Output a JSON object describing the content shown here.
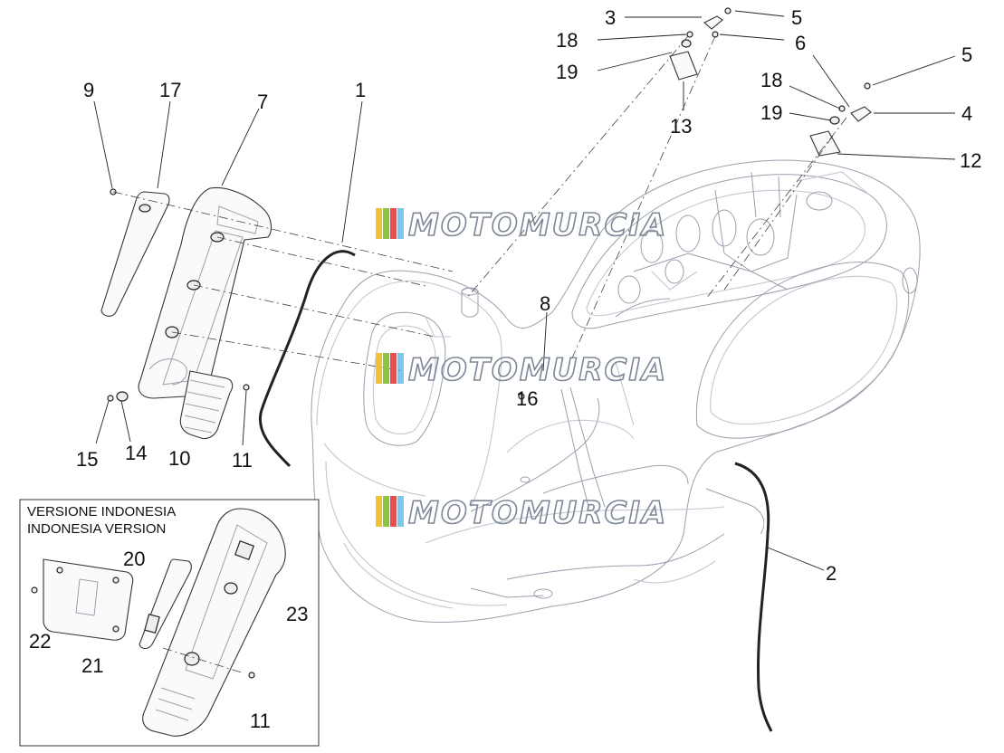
{
  "inset": {
    "title_line1": "VERSIONE INDONESIA",
    "title_line2": "INDONESIA VERSION"
  },
  "watermark": {
    "text": "MOTOMURCIA",
    "stripe_colors": [
      "#f2c230",
      "#8cc63f",
      "#e94e4e",
      "#2aa0d8"
    ]
  },
  "callouts": [
    {
      "id": "c3",
      "label": "3"
    },
    {
      "id": "c5a",
      "label": "5"
    },
    {
      "id": "c18a",
      "label": "18"
    },
    {
      "id": "c6",
      "label": "6"
    },
    {
      "id": "c19a",
      "label": "19"
    },
    {
      "id": "c5b",
      "label": "5"
    },
    {
      "id": "c18b",
      "label": "18"
    },
    {
      "id": "c13",
      "label": "13"
    },
    {
      "id": "c19b",
      "label": "19"
    },
    {
      "id": "c4",
      "label": "4"
    },
    {
      "id": "c12",
      "label": "12"
    },
    {
      "id": "c9",
      "label": "9"
    },
    {
      "id": "c17",
      "label": "17"
    },
    {
      "id": "c7",
      "label": "7"
    },
    {
      "id": "c1",
      "label": "1"
    },
    {
      "id": "c8",
      "label": "8"
    },
    {
      "id": "c16",
      "label": "16"
    },
    {
      "id": "c15",
      "label": "15"
    },
    {
      "id": "c14",
      "label": "14"
    },
    {
      "id": "c10",
      "label": "10"
    },
    {
      "id": "c11a",
      "label": "11"
    },
    {
      "id": "c2",
      "label": "2"
    },
    {
      "id": "c20",
      "label": "20"
    },
    {
      "id": "c23",
      "label": "23"
    },
    {
      "id": "c22",
      "label": "22"
    },
    {
      "id": "c21",
      "label": "21"
    },
    {
      "id": "c11b",
      "label": "11"
    }
  ]
}
